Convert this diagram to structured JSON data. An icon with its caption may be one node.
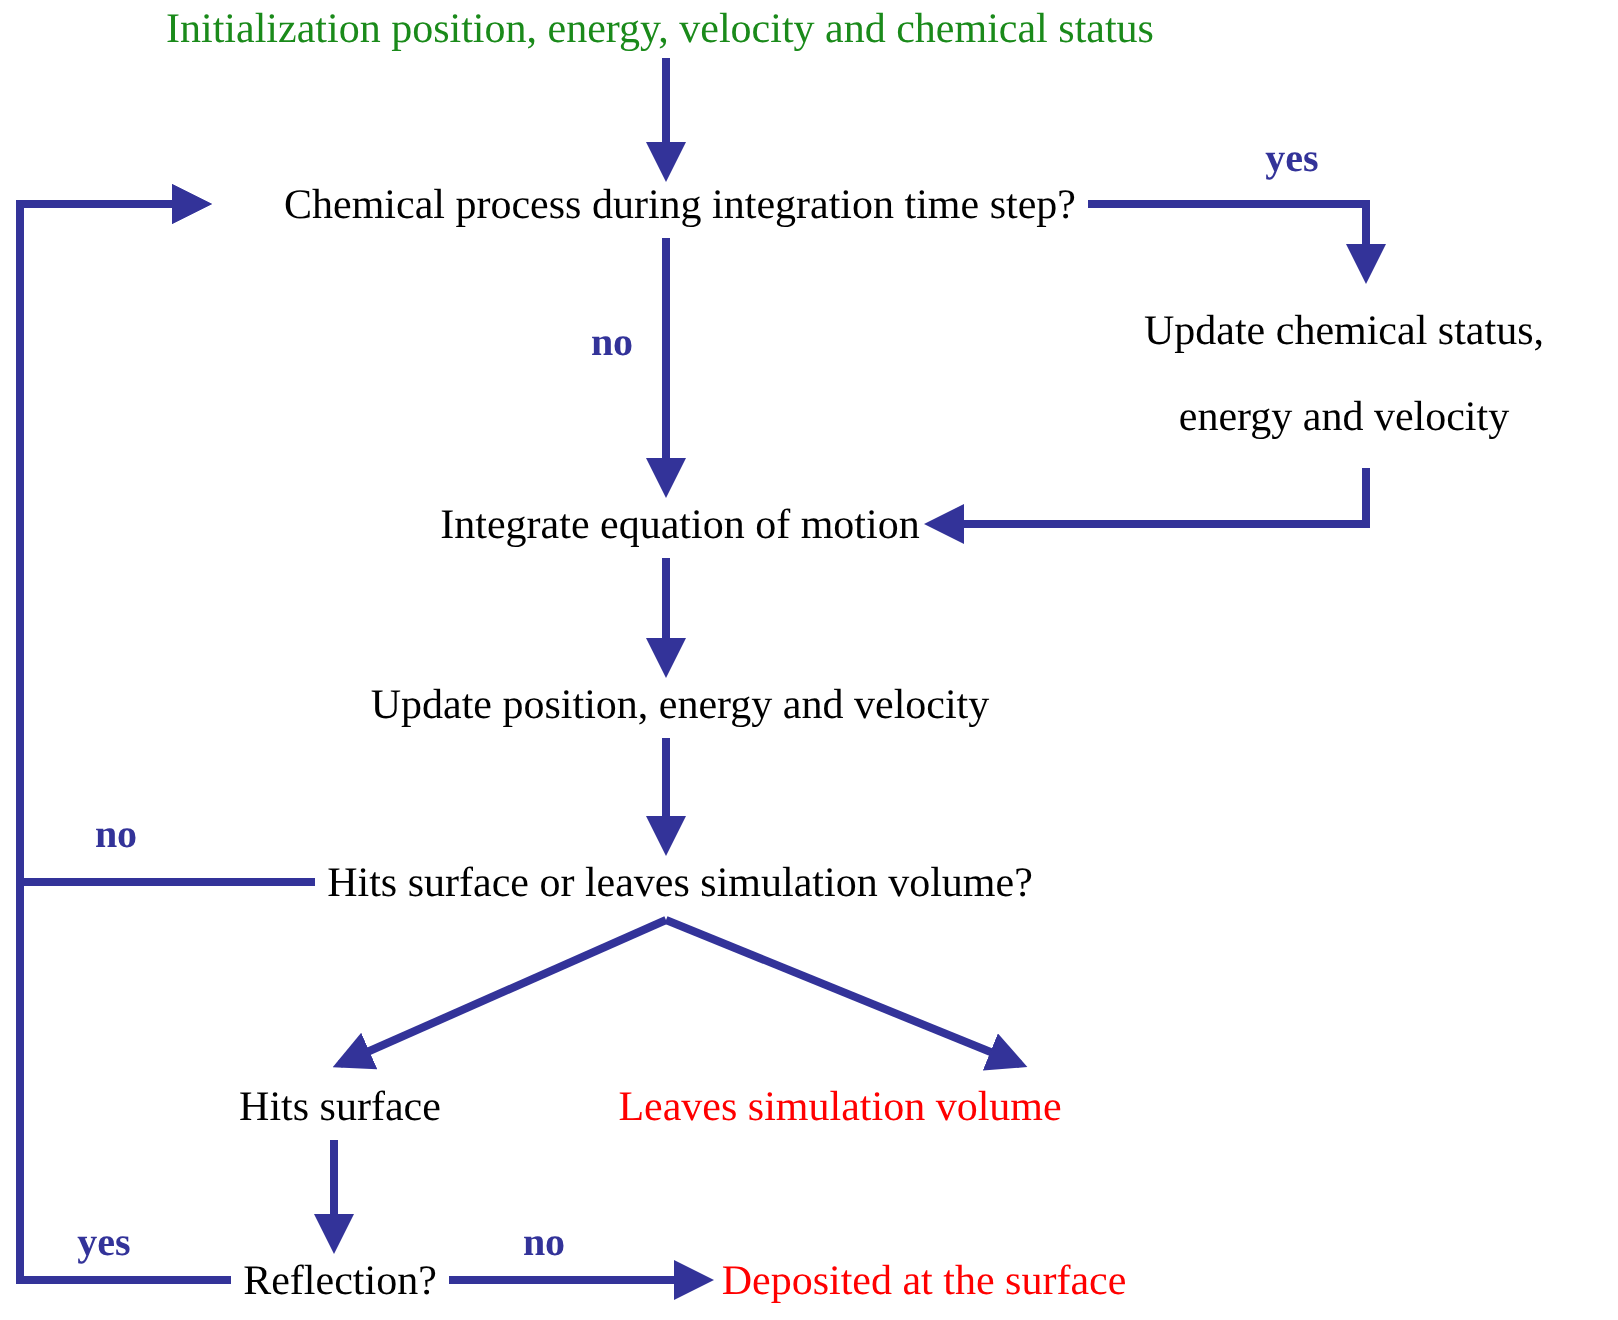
{
  "diagram": {
    "nodes": [
      {
        "text": [
          "Initialization position, energy, velocity and chemical status"
        ]
      },
      {
        "text": [
          "Chemical process during integration time step?"
        ]
      },
      {
        "text": [
          "Update chemical status, energy and velocity"
        ]
      },
      {
        "text": [
          "Integrate equation of motion"
        ]
      },
      {
        "text": [
          "Update position, energy and velocity"
        ]
      },
      {
        "text": [
          "Hits surface or leaves simulation volume?"
        ]
      },
      {
        "text": [
          "Hits surface"
        ]
      },
      {
        "text": [
          "Leaves simulation volume"
        ]
      },
      {
        "text": [
          "Reflection?"
        ]
      },
      {
        "text": [
          "Deposited at the surface"
        ]
      }
    ],
    "edges": [
      {
        "from": 0,
        "to": 1,
        "arrow": "to"
      },
      {
        "from": 1,
        "to": 2,
        "arrow": "to",
        "label": "yes"
      },
      {
        "from": 1,
        "to": 3,
        "arrow": "to",
        "label": "no"
      },
      {
        "from": 2,
        "to": 3,
        "arrow": "to"
      },
      {
        "from": 3,
        "to": 4,
        "arrow": "to"
      },
      {
        "from": 4,
        "to": 5,
        "arrow": "to"
      },
      {
        "from": 5,
        "to": 1,
        "arrow": "to",
        "label": "no"
      },
      {
        "from": 5,
        "to": 6,
        "arrow": "to"
      },
      {
        "from": 5,
        "to": 7,
        "arrow": "to"
      },
      {
        "from": 6,
        "to": 8,
        "arrow": "to"
      },
      {
        "from": 8,
        "to": 9,
        "arrow": "to",
        "label": "no"
      },
      {
        "from": 8,
        "to": 1,
        "arrow": "to",
        "label": "yes"
      }
    ]
  }
}
